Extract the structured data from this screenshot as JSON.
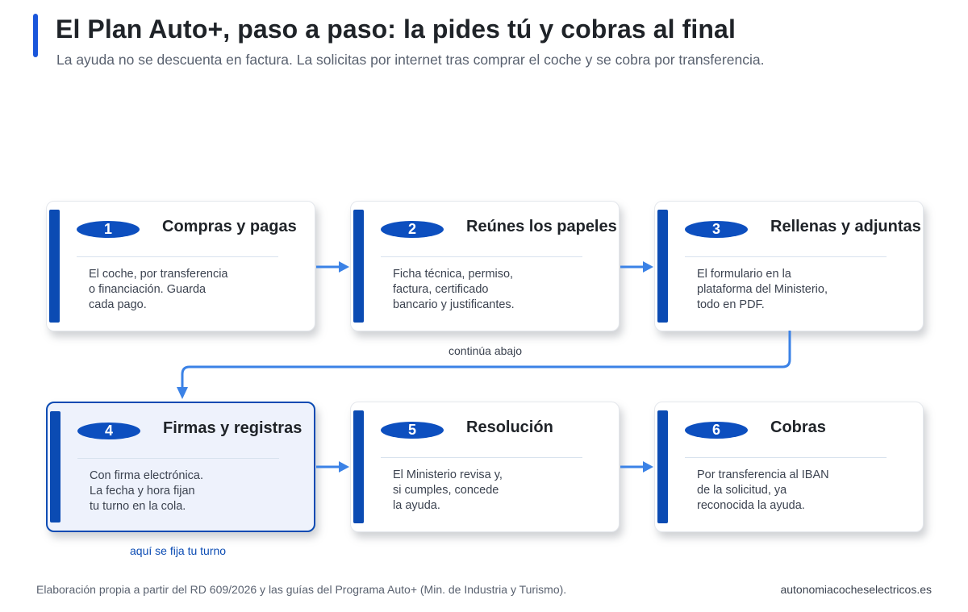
{
  "header": {
    "title": "El Plan Auto+, paso a paso: la pides tú y cobras al final",
    "subtitle": "La ayuda no se descuenta en factura. La solicitas por internet tras comprar el coche y se cobra por transferencia."
  },
  "steps": [
    {
      "number": "1",
      "title": "Compras y pagas",
      "body": "El coche, por transferencia\no financiación. Guarda\ncada pago."
    },
    {
      "number": "2",
      "title": "Reúnes los papeles",
      "body": "Ficha técnica, permiso,\nfactura, certificado\nbancario y justificantes."
    },
    {
      "number": "3",
      "title": "Rellenas y adjuntas",
      "body": "El formulario en la\nplataforma del Ministerio,\ntodo en PDF."
    },
    {
      "number": "4",
      "title": "Firmas y registras",
      "body": "Con firma electrónica.\nLa fecha y hora fijan\ntu turno en la cola."
    },
    {
      "number": "5",
      "title": "Resolución",
      "body": "El Ministerio revisa y,\nsi cumples, concede\nla ayuda."
    },
    {
      "number": "6",
      "title": "Cobras",
      "body": "Por transferencia al IBAN\nde la solicitud, ya\nreconocida la ayuda."
    }
  ],
  "notes": {
    "continue": "continúa abajo",
    "turn": "aquí se fija tu turno"
  },
  "footer": {
    "source": "Elaboración propia a partir del RD 609/2026 y las guías del Programa Auto+ (Min. de Industria y Turismo).",
    "site": "autonomiacocheselectricos.es"
  },
  "colors": {
    "accent": "#0b4bb3",
    "arrow": "#3b82e6",
    "highlight_bg": "#eef2fc"
  }
}
